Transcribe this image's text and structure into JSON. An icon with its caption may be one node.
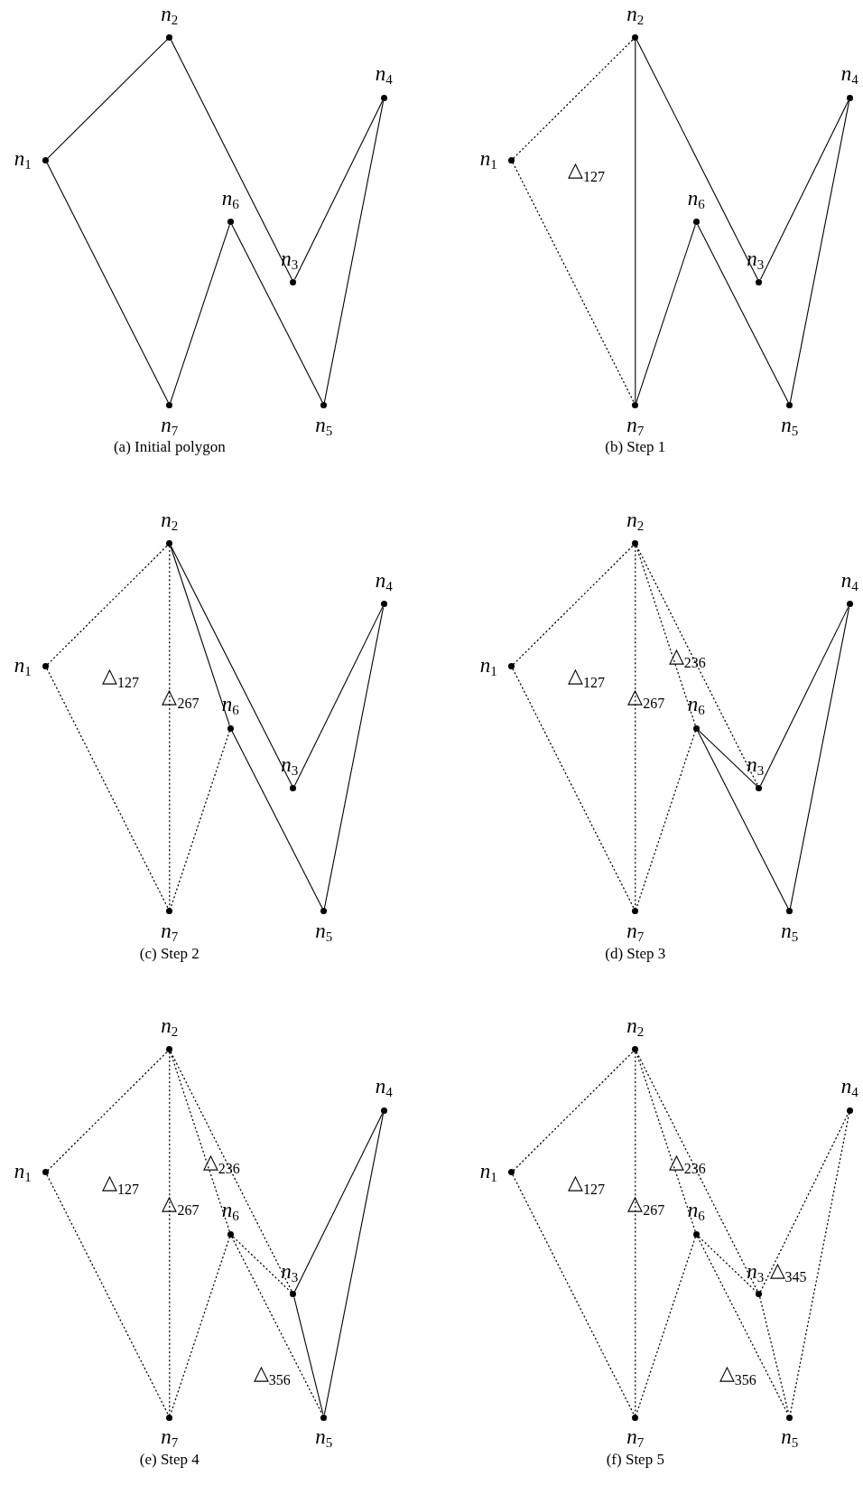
{
  "diagram": {
    "nodes": [
      {
        "text": [],
        "shape": "circle",
        "beside": [
          "*n*$_{1}$"
        ]
      },
      {
        "text": [],
        "shape": "circle",
        "beside": [
          "*n*$_{2}$"
        ]
      },
      {
        "text": [],
        "shape": "circle",
        "beside": [
          "*n*$_{3}$"
        ]
      },
      {
        "text": [],
        "shape": "circle",
        "beside": [
          "*n*$_{4}$"
        ]
      },
      {
        "text": [],
        "shape": "circle",
        "beside": [
          "*n*$_{5}$"
        ]
      },
      {
        "text": [],
        "shape": "circle",
        "beside": [
          "*n*$_{6}$"
        ]
      },
      {
        "text": [],
        "shape": "circle",
        "beside": [
          "*n*$_{7}$"
        ]
      },
      {
        "text": [],
        "shape": "circle",
        "beside": [
          "*n*$_{1}$"
        ]
      },
      {
        "text": [],
        "shape": "circle",
        "beside": [
          "*n*$_{2}$"
        ]
      },
      {
        "text": [],
        "shape": "circle",
        "beside": [
          "*n*$_{3}$"
        ]
      },
      {
        "text": [],
        "shape": "circle",
        "beside": [
          "*n*$_{4}$"
        ]
      },
      {
        "text": [],
        "shape": "circle",
        "beside": [
          "*n*$_{5}$"
        ]
      },
      {
        "text": [],
        "shape": "circle",
        "beside": [
          "*n*$_{6}$"
        ]
      },
      {
        "text": [],
        "shape": "circle",
        "beside": [
          "*n*$_{7}$"
        ]
      },
      {
        "text": [],
        "shape": "circle",
        "beside": [
          "*n*$_{1}$"
        ]
      },
      {
        "text": [],
        "shape": "circle",
        "beside": [
          "*n*$_{2}$"
        ]
      },
      {
        "text": [],
        "shape": "circle",
        "beside": [
          "*n*$_{3}$"
        ]
      },
      {
        "text": [],
        "shape": "circle",
        "beside": [
          "*n*$_{4}$"
        ]
      },
      {
        "text": [],
        "shape": "circle",
        "beside": [
          "*n*$_{5}$"
        ]
      },
      {
        "text": [],
        "shape": "circle",
        "beside": [
          "*n*$_{6}$"
        ]
      },
      {
        "text": [],
        "shape": "circle",
        "beside": [
          "*n*$_{7}$"
        ]
      },
      {
        "text": [],
        "shape": "circle",
        "beside": [
          "*n*$_{1}$"
        ]
      },
      {
        "text": [],
        "shape": "circle",
        "beside": [
          "*n*$_{2}$"
        ]
      },
      {
        "text": [],
        "shape": "circle",
        "beside": [
          "*n*$_{3}$"
        ]
      },
      {
        "text": [],
        "shape": "circle",
        "beside": [
          "*n*$_{4}$"
        ]
      },
      {
        "text": [],
        "shape": "circle",
        "beside": [
          "*n*$_{5}$"
        ]
      },
      {
        "text": [],
        "shape": "circle",
        "beside": [
          "*n*$_{6}$"
        ]
      },
      {
        "text": [],
        "shape": "circle",
        "beside": [
          "*n*$_{7}$"
        ]
      },
      {
        "text": [],
        "shape": "circle",
        "beside": [
          "*n*$_{1}$"
        ]
      },
      {
        "text": [],
        "shape": "circle",
        "beside": [
          "*n*$_{2}$"
        ]
      },
      {
        "text": [],
        "shape": "circle",
        "beside": [
          "*n*$_{3}$"
        ]
      },
      {
        "text": [],
        "shape": "circle",
        "beside": [
          "*n*$_{4}$"
        ]
      },
      {
        "text": [],
        "shape": "circle",
        "beside": [
          "*n*$_{5}$"
        ]
      },
      {
        "text": [],
        "shape": "circle",
        "beside": [
          "*n*$_{6}$"
        ]
      },
      {
        "text": [],
        "shape": "circle",
        "beside": [
          "*n*$_{7}$"
        ]
      },
      {
        "text": [],
        "shape": "circle",
        "beside": [
          "*n*$_{1}$"
        ]
      },
      {
        "text": [],
        "shape": "circle",
        "beside": [
          "*n*$_{2}$"
        ]
      },
      {
        "text": [],
        "shape": "circle",
        "beside": [
          "*n*$_{3}$"
        ]
      },
      {
        "text": [],
        "shape": "circle",
        "beside": [
          "*n*$_{4}$"
        ]
      },
      {
        "text": [],
        "shape": "circle",
        "beside": [
          "*n*$_{5}$"
        ]
      },
      {
        "text": [],
        "shape": "circle",
        "beside": [
          "*n*$_{6}$"
        ]
      },
      {
        "text": [],
        "shape": "circle",
        "beside": [
          "*n*$_{7}$"
        ]
      }
    ],
    "edges": [
      {
        "from": 0,
        "to": 1,
        "arrow": "none"
      },
      {
        "from": 1,
        "to": 2,
        "arrow": "none"
      },
      {
        "from": 2,
        "to": 3,
        "arrow": "none"
      },
      {
        "from": 3,
        "to": 4,
        "arrow": "none"
      },
      {
        "from": 4,
        "to": 5,
        "arrow": "none"
      },
      {
        "from": 5,
        "to": 6,
        "arrow": "none"
      },
      {
        "from": 6,
        "to": 0,
        "arrow": "none"
      },
      {
        "from": 7,
        "to": 8,
        "arrow": "none",
        "style": "dashed"
      },
      {
        "from": 7,
        "to": 13,
        "arrow": "none",
        "style": "dashed"
      },
      {
        "from": 8,
        "to": 13,
        "arrow": "none"
      },
      {
        "from": 8,
        "to": 9,
        "arrow": "none"
      },
      {
        "from": 9,
        "to": 10,
        "arrow": "none"
      },
      {
        "from": 10,
        "to": 11,
        "arrow": "none"
      },
      {
        "from": 11,
        "to": 12,
        "arrow": "none"
      },
      {
        "from": 12,
        "to": 13,
        "arrow": "none"
      },
      {
        "from": 14,
        "to": 15,
        "arrow": "none",
        "style": "dashed"
      },
      {
        "from": 14,
        "to": 20,
        "arrow": "none",
        "style": "dashed"
      },
      {
        "from": 15,
        "to": 20,
        "arrow": "none",
        "style": "dashed"
      },
      {
        "from": 19,
        "to": 20,
        "arrow": "none",
        "style": "dashed"
      },
      {
        "from": 15,
        "to": 19,
        "arrow": "none"
      },
      {
        "from": 15,
        "to": 16,
        "arrow": "none"
      },
      {
        "from": 16,
        "to": 17,
        "arrow": "none"
      },
      {
        "from": 17,
        "to": 18,
        "arrow": "none"
      },
      {
        "from": 18,
        "to": 19,
        "arrow": "none"
      },
      {
        "from": 21,
        "to": 22,
        "arrow": "none",
        "style": "dashed"
      },
      {
        "from": 21,
        "to": 27,
        "arrow": "none",
        "style": "dashed"
      },
      {
        "from": 22,
        "to": 27,
        "arrow": "none",
        "style": "dashed"
      },
      {
        "from": 26,
        "to": 27,
        "arrow": "none",
        "style": "dashed"
      },
      {
        "from": 22,
        "to": 26,
        "arrow": "none",
        "style": "dashed"
      },
      {
        "from": 22,
        "to": 23,
        "arrow": "none",
        "style": "dashed"
      },
      {
        "from": 26,
        "to": 23,
        "arrow": "none"
      },
      {
        "from": 23,
        "to": 24,
        "arrow": "none"
      },
      {
        "from": 24,
        "to": 25,
        "arrow": "none"
      },
      {
        "from": 25,
        "to": 26,
        "arrow": "none"
      },
      {
        "from": 28,
        "to": 29,
        "arrow": "none",
        "style": "dashed"
      },
      {
        "from": 28,
        "to": 34,
        "arrow": "none",
        "style": "dashed"
      },
      {
        "from": 29,
        "to": 34,
        "arrow": "none",
        "style": "dashed"
      },
      {
        "from": 33,
        "to": 34,
        "arrow": "none",
        "style": "dashed"
      },
      {
        "from": 29,
        "to": 33,
        "arrow": "none",
        "style": "dashed"
      },
      {
        "from": 29,
        "to": 30,
        "arrow": "none",
        "style": "dashed"
      },
      {
        "from": 30,
        "to": 33,
        "arrow": "none",
        "style": "dashed"
      },
      {
        "from": 33,
        "to": 32,
        "arrow": "none",
        "style": "dashed"
      },
      {
        "from": 30,
        "to": 31,
        "arrow": "none"
      },
      {
        "from": 31,
        "to": 32,
        "arrow": "none"
      },
      {
        "from": 30,
        "to": 32,
        "arrow": "none"
      },
      {
        "from": 35,
        "to": 36,
        "arrow": "none",
        "style": "dashed"
      },
      {
        "from": 35,
        "to": 41,
        "arrow": "none",
        "style": "dashed"
      },
      {
        "from": 36,
        "to": 41,
        "arrow": "none",
        "style": "dashed"
      },
      {
        "from": 40,
        "to": 41,
        "arrow": "none",
        "style": "dashed"
      },
      {
        "from": 36,
        "to": 40,
        "arrow": "none",
        "style": "dashed"
      },
      {
        "from": 36,
        "to": 37,
        "arrow": "none",
        "style": "dashed"
      },
      {
        "from": 37,
        "to": 40,
        "arrow": "none",
        "style": "dashed"
      },
      {
        "from": 40,
        "to": 39,
        "arrow": "none",
        "style": "dashed"
      },
      {
        "from": 37,
        "to": 38,
        "arrow": "none",
        "style": "dashed"
      },
      {
        "from": 38,
        "to": 39,
        "arrow": "none",
        "style": "dashed"
      },
      {
        "from": 37,
        "to": 39,
        "arrow": "none",
        "style": "dashed"
      }
    ],
    "labels": [
      "(a) Initial polygon",
      "△$_{127}$",
      "(b) Step 1",
      "△$_{127}$",
      "△$_{267}$",
      "(c) Step 2",
      "△$_{127}$",
      "△$_{236}$",
      "△$_{267}$",
      "(d) Step 3",
      "△$_{127}$",
      "△$_{236}$",
      "△$_{267}$",
      "△$_{356}$",
      "(e) Step 4",
      "△$_{127}$",
      "△$_{236}$",
      "△$_{267}$",
      "△$_{345}$",
      "△$_{356}$",
      "(f) Step 5"
    ]
  }
}
